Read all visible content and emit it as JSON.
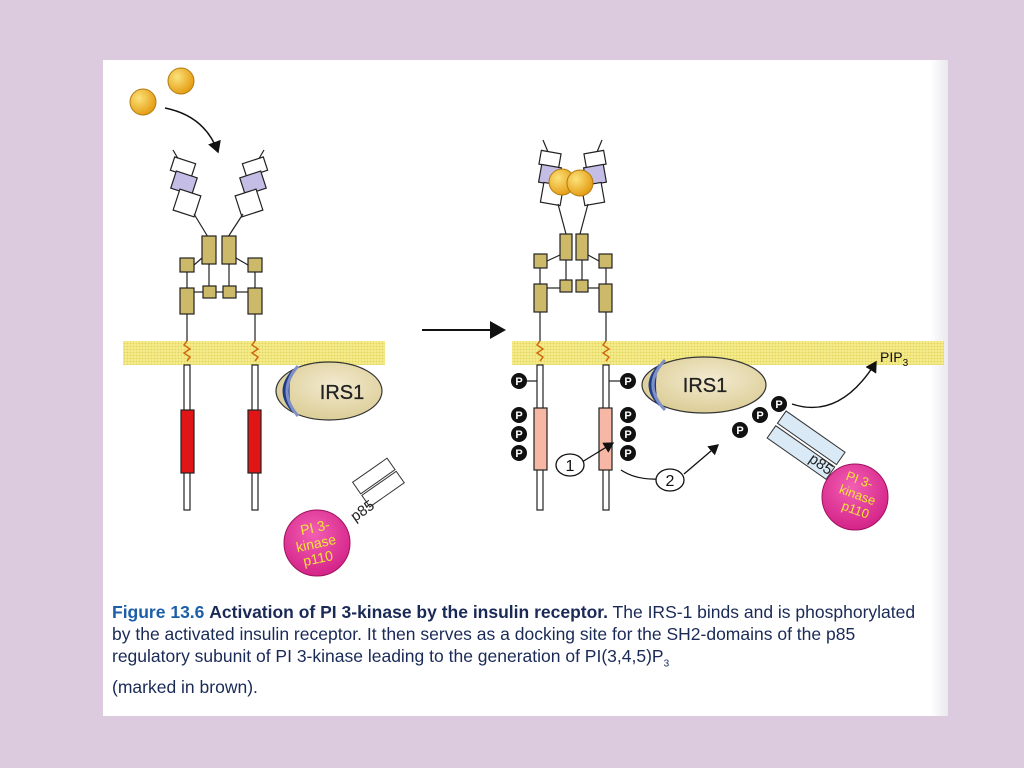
{
  "diagram": {
    "labels": {
      "irs1_left": "IRS1",
      "irs1_right": "IRS1",
      "p85_left": "p85",
      "p85_right": "p85",
      "pi3k_left_line1": "PI 3-",
      "pi3k_left_line2": "kinase",
      "pi3k_left_line3": "p110",
      "pi3k_right_line1": "PI 3-",
      "pi3k_right_line2": "kinase",
      "pi3k_right_line3": "p110",
      "phospho": "P",
      "step1": "1",
      "step2": "2",
      "product": "PIP",
      "product_sub": "3"
    },
    "colors": {
      "membrane": "#f4ec8c",
      "domain_tan": "#ccb96a",
      "domain_lavender": "#c4bde6",
      "kinase_domain_inactive": "#e01515",
      "kinase_domain_active": "#f6b8a4",
      "irs1_fill": "#e8dcac",
      "irs1_cap": "#1f3c86",
      "pi3k_magenta": "#e6359a",
      "pi3k_text": "#f3e632",
      "insulin": "#f2b51a"
    }
  },
  "caption": {
    "figure_number": "Figure 13.6",
    "title": "Activation of PI 3-kinase by the insulin receptor.",
    "body": "The IRS-1 binds and is phosphorylated by the activated insulin receptor. It then serves as a docking site for the SH2-domains of the p85 regulatory subunit of PI 3-kinase leading to the generation of PI(3,4,5)P",
    "body_sub": "3",
    "body_end": "(marked in brown)."
  }
}
